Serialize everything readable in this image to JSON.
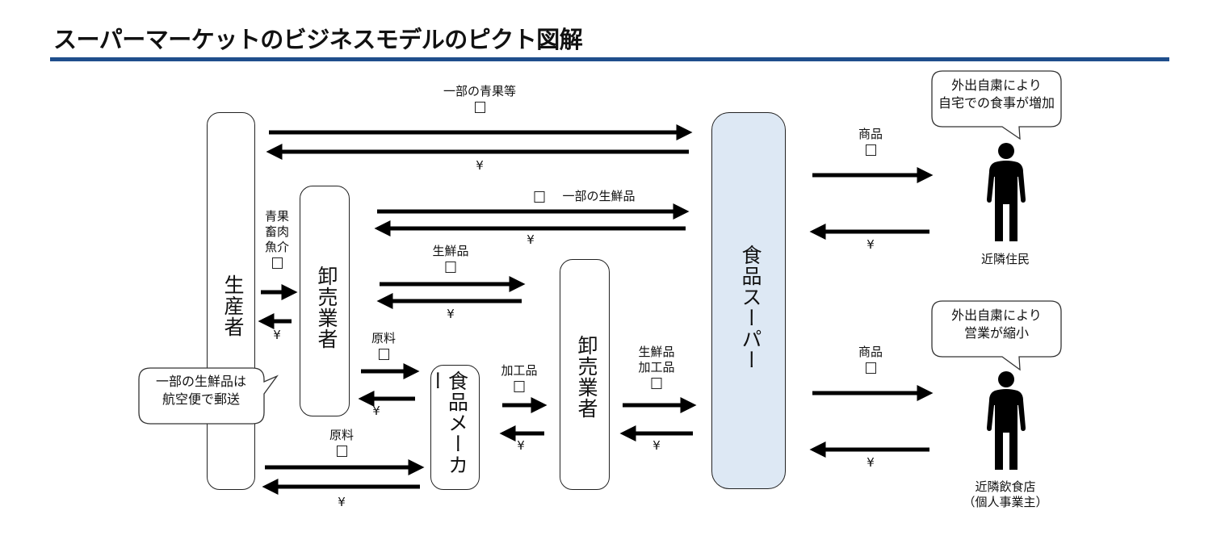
{
  "title": "スーパーマーケットのビジネスモデルのピクト図解",
  "colors": {
    "title_rule": "#1f4e8c",
    "supermarket_fill": "#dde8f4",
    "arrow": "#000000"
  },
  "entities": {
    "producer": "生産者",
    "wholesaler1": "卸売業者",
    "food_maker": "食品メーカー",
    "wholesaler2": "卸売業者",
    "supermarket": "食品スーパー",
    "residents": "近隣住民",
    "restaurant_line1": "近隣飲食店",
    "restaurant_line2": "（個人事業主）"
  },
  "flows": {
    "producer_super_goods": "一部の青果等",
    "producer_super_money": "¥",
    "producer_wh1_goods": [
      "青果",
      "畜肉",
      "魚介"
    ],
    "producer_wh1_money": "¥",
    "wh1_super_goods": "一部の生鮮品",
    "wh1_super_money": "¥",
    "wh1_wh2_goods": "生鮮品",
    "wh1_wh2_money": "¥",
    "wh1_maker_goods": "原料",
    "wh1_maker_money": "¥",
    "producer_maker_goods": "原料",
    "producer_maker_money": "¥",
    "maker_wh2_goods": "加工品",
    "maker_wh2_money": "¥",
    "wh2_super_goods": [
      "生鮮品",
      "加工品"
    ],
    "wh2_super_money": "¥",
    "super_residents_goods": "商品",
    "super_residents_money": "¥",
    "super_restaurant_goods": "商品",
    "super_restaurant_money": "¥"
  },
  "callouts": {
    "air_mail": [
      "一部の生鮮品は",
      "航空便で郵送"
    ],
    "residents": [
      "外出自粛により",
      "自宅での食事が増加"
    ],
    "restaurant": [
      "外出自粛により",
      "営業が縮小"
    ]
  }
}
